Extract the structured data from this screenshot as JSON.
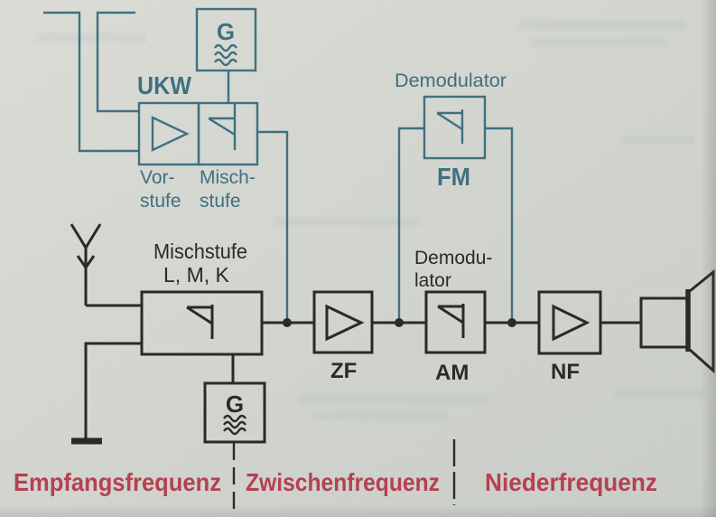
{
  "colors": {
    "paper": "#d4d6d0",
    "ink_teal": "#417080",
    "ink_black": "#2b2b28",
    "ink_red": "#b63f51"
  },
  "ukw_branch": {
    "oscillator_label": "G",
    "title": "UKW",
    "pre_stage_label_line1": "Vor-",
    "pre_stage_label_line2": "stufe",
    "mixer_label_line1": "Misch-",
    "mixer_label_line2": "stufe"
  },
  "fm_branch": {
    "caption": "Demodulator",
    "label": "FM"
  },
  "am_chain": {
    "mixer_caption_line1": "Mischstufe",
    "mixer_caption_line2": "L, M, K",
    "oscillator_label": "G",
    "demodulator_caption_line1": "Demodu-",
    "demodulator_caption_line2": "lator",
    "if_stage_label": "ZF",
    "demodulator_label": "AM",
    "af_stage_label": "NF"
  },
  "frequency_zones": {
    "zone1": "Empfangsfrequenz",
    "zone2": "Zwischenfrequenz",
    "zone3": "Niederfrequenz"
  },
  "icons": {
    "antenna": "antenna-icon",
    "ground": "ground-icon",
    "amplifier": "amplifier-triangle-icon",
    "diode": "diode-icon",
    "oscillator": "generator-wave-icon",
    "speaker": "loudspeaker-icon",
    "junction": "junction-dot"
  }
}
